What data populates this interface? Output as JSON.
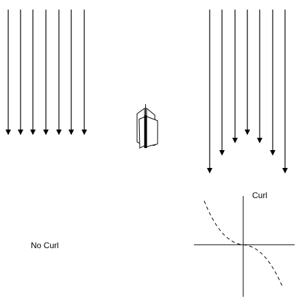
{
  "labels": {
    "no_curl": "No Curl",
    "curl": "Curl"
  },
  "fields": {
    "uniform": {
      "arrow_count": 7
    },
    "sheared": {
      "arrow_count": 7
    }
  },
  "icons": {
    "paddle_wheel": "paddle-wheel-icon"
  },
  "colors": {
    "ink": "#000000",
    "background": "#ffffff"
  }
}
